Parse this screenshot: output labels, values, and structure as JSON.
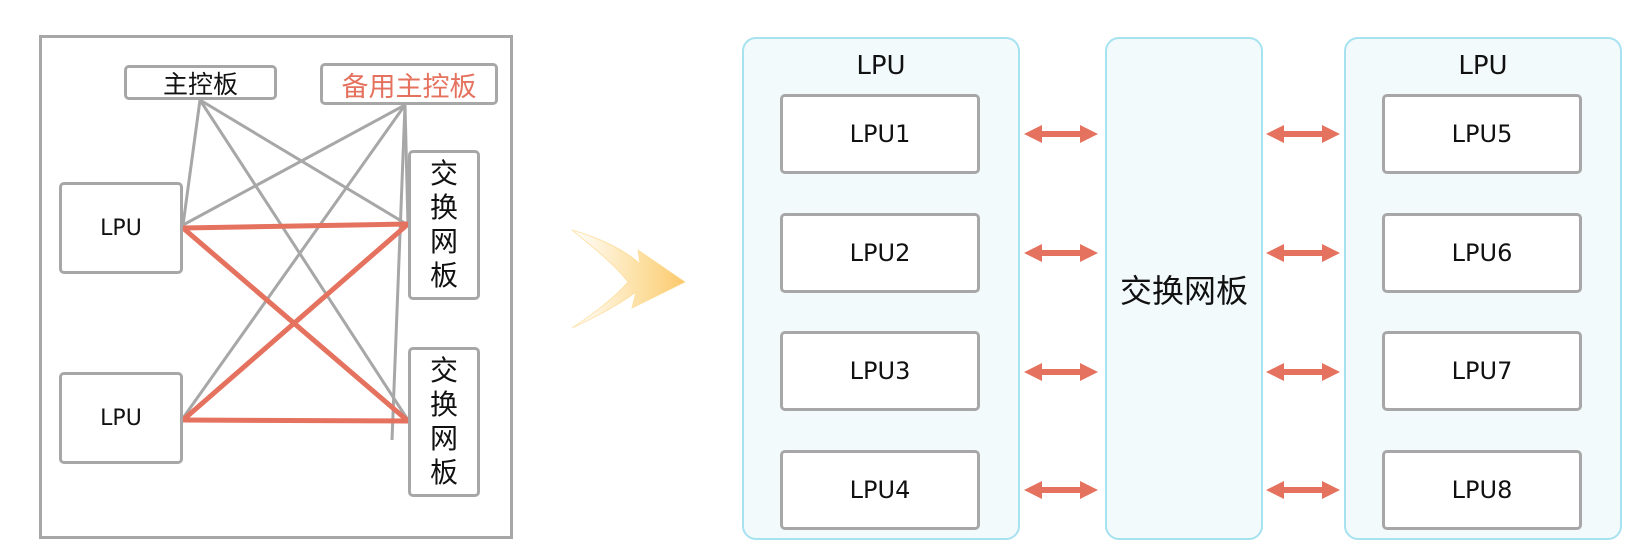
{
  "left_diagram": {
    "main_control_board": "主控板",
    "standby_control_board": "备用主控板",
    "lpu_top": "LPU",
    "lpu_bottom": "LPU",
    "switch_board_top": [
      "交",
      "换",
      "网",
      "板"
    ],
    "switch_board_bottom": [
      "交",
      "换",
      "网",
      "板"
    ]
  },
  "right_diagram": {
    "left_group_title": "LPU",
    "left_cards": [
      "LPU1",
      "LPU2",
      "LPU3",
      "LPU4"
    ],
    "middle_label": "交换网板",
    "right_group_title": "LPU",
    "right_cards": [
      "LPU5",
      "LPU6",
      "LPU7",
      "LPU8"
    ]
  },
  "colors": {
    "gray_line": "#a7a7a7",
    "red_line": "#e5725f",
    "panel_border": "#a6e2ef",
    "panel_fill": "#f3fafc",
    "transition_arrow": "#fcd685"
  },
  "icons": {
    "transition": "curved-right-arrow-icon",
    "connector": "double-headed-arrow-icon"
  }
}
